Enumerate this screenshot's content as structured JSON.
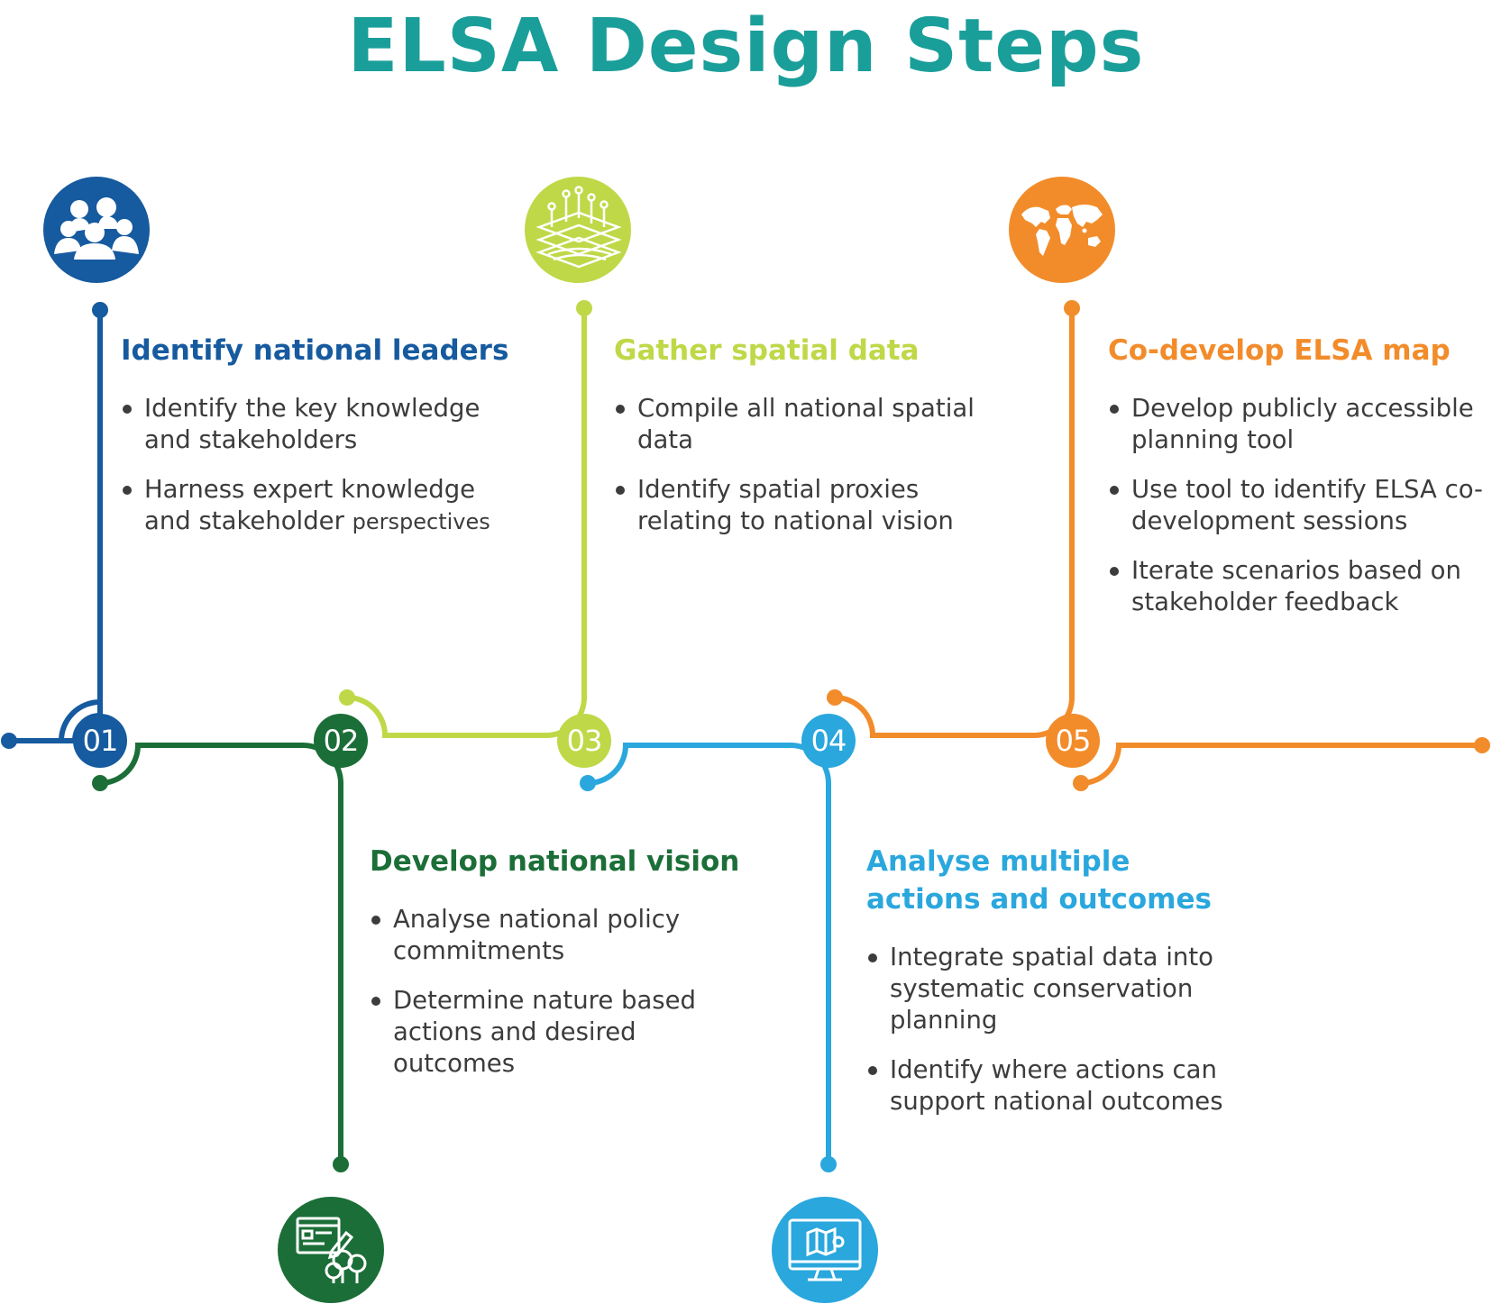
{
  "title": "ELSA Design Steps",
  "colors": {
    "title": "#1a9e9a",
    "step1": "#165a9f",
    "step2": "#1b6e37",
    "step3": "#bfd848",
    "step4": "#2aa7dd",
    "step5": "#f28c2b",
    "text": "#3c3c3c"
  },
  "steps": [
    {
      "number": "01",
      "heading": "Identify national leaders",
      "icon": "people-group-icon",
      "bullets": [
        "Identify the key knowledge and stakeholders",
        "Harness expert knowledge and stakeholder"
      ],
      "bullet_suffix": "perspectives"
    },
    {
      "number": "02",
      "heading": "Develop national vision",
      "icon": "document-pen-trees-icon",
      "bullets": [
        "Analyse national policy commitments",
        "Determine nature based actions and desired outcomes"
      ]
    },
    {
      "number": "03",
      "heading": "Gather spatial data",
      "icon": "spatial-layers-icon",
      "bullets": [
        "Compile all national spatial data",
        "Identify spatial proxies relating to national vision"
      ]
    },
    {
      "number": "04",
      "heading": "Analyse multiple actions and outcomes",
      "icon": "monitor-map-icon",
      "bullets": [
        "Integrate spatial data into systematic conservation planning",
        "Identify where actions can support national outcomes"
      ]
    },
    {
      "number": "05",
      "heading": "Co-develop ELSA map",
      "icon": "world-map-icon",
      "bullets": [
        "Develop publicly accessible planning tool",
        "Use tool to identify ELSA co-development sessions",
        "Iterate scenarios based on stakeholder feedback"
      ]
    }
  ]
}
